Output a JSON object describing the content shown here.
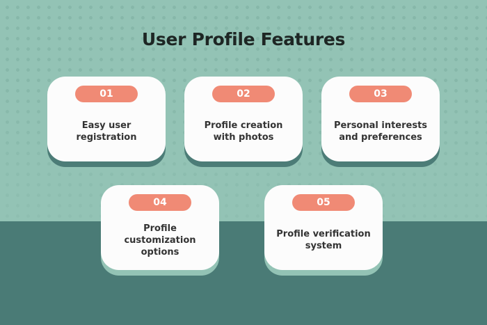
{
  "title": "User Profile Features",
  "features": [
    {
      "number": "01",
      "label": "Easy user registration"
    },
    {
      "number": "02",
      "label": "Profile creation with photos"
    },
    {
      "number": "03",
      "label": "Personal interests and preferences"
    },
    {
      "number": "04",
      "label": "Profile customization options"
    },
    {
      "number": "05",
      "label": "Profile verification system"
    }
  ],
  "colors": {
    "background_top": "#93c3b5",
    "background_bottom": "#4a7b76",
    "badge": "#f08a75",
    "card": "#fcfcfc"
  }
}
